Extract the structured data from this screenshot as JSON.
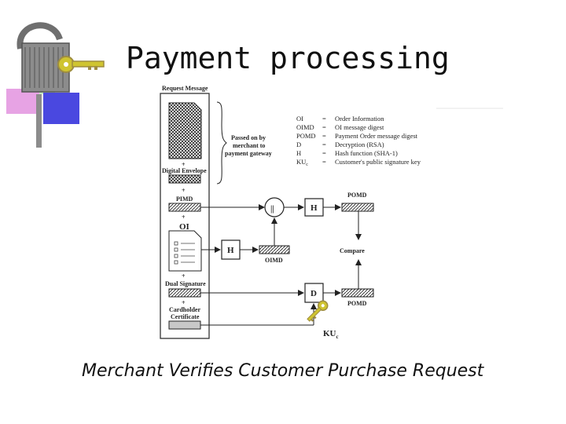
{
  "title": "Payment processing",
  "caption": "Merchant Verifies Customer Purchase Request",
  "colors": {
    "deco_green": "#c4eac0",
    "deco_pink": "#e7a3e4",
    "deco_blue": "#4a48e0",
    "lock_gray": "#8c8c8c",
    "key_yellow": "#cfc430",
    "key_brown": "#9f8d40"
  },
  "icons": {
    "padlock": "padlock-icon",
    "key": "key-icon"
  },
  "diagram": {
    "request_message": "Request Message",
    "passed_on": [
      "Passed on by",
      "merchant to",
      "payment gateway"
    ],
    "plus": "+",
    "digital_envelope": "Digital Envelope",
    "pimd": "PIMD",
    "oi": "OI",
    "dual_signature": "Dual Signature",
    "cardholder_certificate": [
      "Cardholder",
      "Certificate"
    ],
    "concat_symbol": "||",
    "h": "H",
    "d": "D",
    "pomd": "POMD",
    "oimd": "OIMD",
    "compare": "Compare",
    "kuc": "KU",
    "kuc_sub": "c",
    "legend": [
      {
        "abbr": "OI",
        "eq": "=",
        "desc": "Order Information"
      },
      {
        "abbr": "OIMD",
        "eq": "=",
        "desc": "OI message digest"
      },
      {
        "abbr": "POMD",
        "eq": "=",
        "desc": "Payment Order message digest"
      },
      {
        "abbr": "D",
        "eq": "=",
        "desc": "Decryption (RSA)"
      },
      {
        "abbr": "H",
        "eq": "=",
        "desc": "Hash function (SHA-1)"
      },
      {
        "abbr": "KU",
        "sub": "c",
        "eq": "=",
        "desc": "Customer's public signature key"
      }
    ]
  }
}
